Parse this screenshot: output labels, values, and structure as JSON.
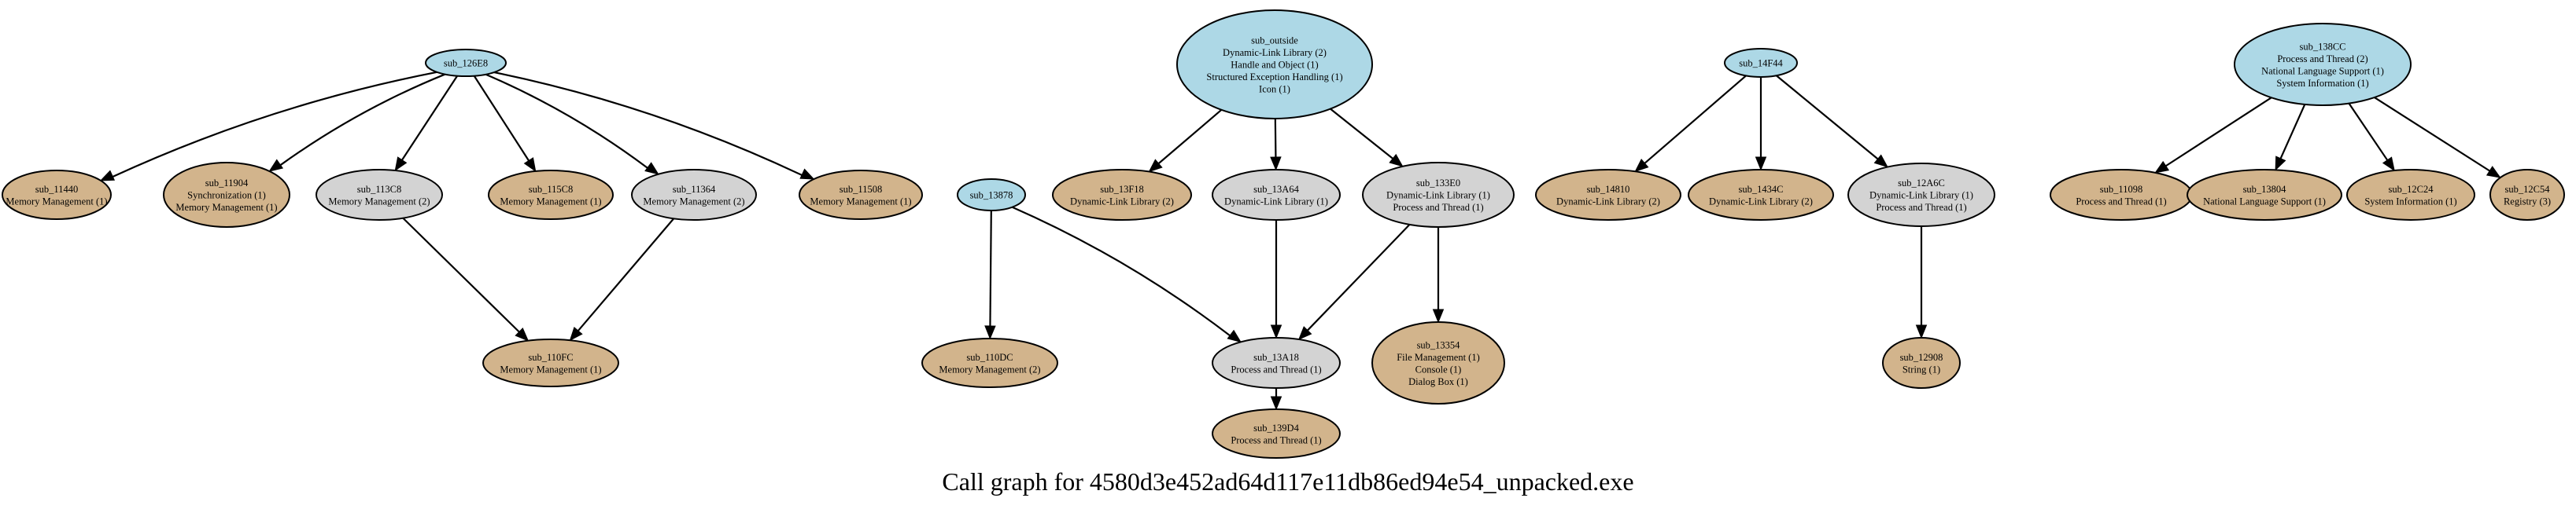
{
  "title": "Call graph for 4580d3e452ad64d117e11db86ed94e54_unpacked.exe",
  "colors": {
    "root": "#add8e6",
    "internal": "#d3d3d3",
    "leaf": "#d2b48c"
  },
  "nodes": [
    {
      "id": "n126E8",
      "kind": "root",
      "lines": [
        "sub_126E8"
      ]
    },
    {
      "id": "n11440",
      "kind": "leaf",
      "lines": [
        "sub_11440",
        "Memory Management (1)"
      ]
    },
    {
      "id": "n11904",
      "kind": "leaf",
      "lines": [
        "sub_11904",
        "Synchronization (1)",
        "Memory Management (1)"
      ]
    },
    {
      "id": "n113C8",
      "kind": "internal",
      "lines": [
        "sub_113C8",
        "Memory Management (2)"
      ]
    },
    {
      "id": "n115C8",
      "kind": "leaf",
      "lines": [
        "sub_115C8",
        "Memory Management (1)"
      ]
    },
    {
      "id": "n11364",
      "kind": "internal",
      "lines": [
        "sub_11364",
        "Memory Management (2)"
      ]
    },
    {
      "id": "n11508",
      "kind": "leaf",
      "lines": [
        "sub_11508",
        "Memory Management (1)"
      ]
    },
    {
      "id": "n110FC",
      "kind": "leaf",
      "lines": [
        "sub_110FC",
        "Memory Management (1)"
      ]
    },
    {
      "id": "n13878",
      "kind": "root",
      "lines": [
        "sub_13878"
      ]
    },
    {
      "id": "n110DC",
      "kind": "leaf",
      "lines": [
        "sub_110DC",
        "Memory Management (2)"
      ]
    },
    {
      "id": "nOutside",
      "kind": "root",
      "lines": [
        "sub_outside",
        "Dynamic-Link Library (2)",
        "Handle and Object (1)",
        "Structured Exception Handling (1)",
        "Icon (1)"
      ]
    },
    {
      "id": "n13F18",
      "kind": "leaf",
      "lines": [
        "sub_13F18",
        "Dynamic-Link Library (2)"
      ]
    },
    {
      "id": "n13A64",
      "kind": "internal",
      "lines": [
        "sub_13A64",
        "Dynamic-Link Library (1)"
      ]
    },
    {
      "id": "n133E0",
      "kind": "internal",
      "lines": [
        "sub_133E0",
        "Dynamic-Link Library (1)",
        "Process and Thread (1)"
      ]
    },
    {
      "id": "n13A18",
      "kind": "internal",
      "lines": [
        "sub_13A18",
        "Process and Thread (1)"
      ]
    },
    {
      "id": "n13354",
      "kind": "leaf",
      "lines": [
        "sub_13354",
        "File Management (1)",
        "Console (1)",
        "Dialog Box (1)"
      ]
    },
    {
      "id": "n139D4",
      "kind": "leaf",
      "lines": [
        "sub_139D4",
        "Process and Thread (1)"
      ]
    },
    {
      "id": "n14F44",
      "kind": "root",
      "lines": [
        "sub_14F44"
      ]
    },
    {
      "id": "n14810",
      "kind": "leaf",
      "lines": [
        "sub_14810",
        "Dynamic-Link Library (2)"
      ]
    },
    {
      "id": "n1434C",
      "kind": "leaf",
      "lines": [
        "sub_1434C",
        "Dynamic-Link Library (2)"
      ]
    },
    {
      "id": "n12A6C",
      "kind": "internal",
      "lines": [
        "sub_12A6C",
        "Dynamic-Link Library (1)",
        "Process and Thread (1)"
      ]
    },
    {
      "id": "n12908",
      "kind": "leaf",
      "lines": [
        "sub_12908",
        "String (1)"
      ]
    },
    {
      "id": "n138CC",
      "kind": "root",
      "lines": [
        "sub_138CC",
        "Process and Thread (2)",
        "National Language Support (1)",
        "System Information (1)"
      ]
    },
    {
      "id": "n11098",
      "kind": "leaf",
      "lines": [
        "sub_11098",
        "Process and Thread (1)"
      ]
    },
    {
      "id": "n13804",
      "kind": "leaf",
      "lines": [
        "sub_13804",
        "National Language Support (1)"
      ]
    },
    {
      "id": "n12C24",
      "kind": "leaf",
      "lines": [
        "sub_12C24",
        "System Information (1)"
      ]
    },
    {
      "id": "n12C54",
      "kind": "leaf",
      "lines": [
        "sub_12C54",
        "Registry (3)"
      ]
    }
  ],
  "edges": [
    [
      "n126E8",
      "n11440"
    ],
    [
      "n126E8",
      "n11904"
    ],
    [
      "n126E8",
      "n113C8"
    ],
    [
      "n126E8",
      "n115C8"
    ],
    [
      "n126E8",
      "n11364"
    ],
    [
      "n126E8",
      "n11508"
    ],
    [
      "n113C8",
      "n110FC"
    ],
    [
      "n11364",
      "n110FC"
    ],
    [
      "n13878",
      "n110DC"
    ],
    [
      "n13878",
      "n13A18"
    ],
    [
      "nOutside",
      "n13F18"
    ],
    [
      "nOutside",
      "n13A64"
    ],
    [
      "nOutside",
      "n133E0"
    ],
    [
      "n13A64",
      "n13A18"
    ],
    [
      "n133E0",
      "n13A18"
    ],
    [
      "n133E0",
      "n13354"
    ],
    [
      "n13A18",
      "n139D4"
    ],
    [
      "n14F44",
      "n14810"
    ],
    [
      "n14F44",
      "n1434C"
    ],
    [
      "n14F44",
      "n12A6C"
    ],
    [
      "n12A6C",
      "n12908"
    ],
    [
      "n138CC",
      "n11098"
    ],
    [
      "n138CC",
      "n13804"
    ],
    [
      "n138CC",
      "n12C24"
    ],
    [
      "n138CC",
      "n12C54"
    ]
  ]
}
